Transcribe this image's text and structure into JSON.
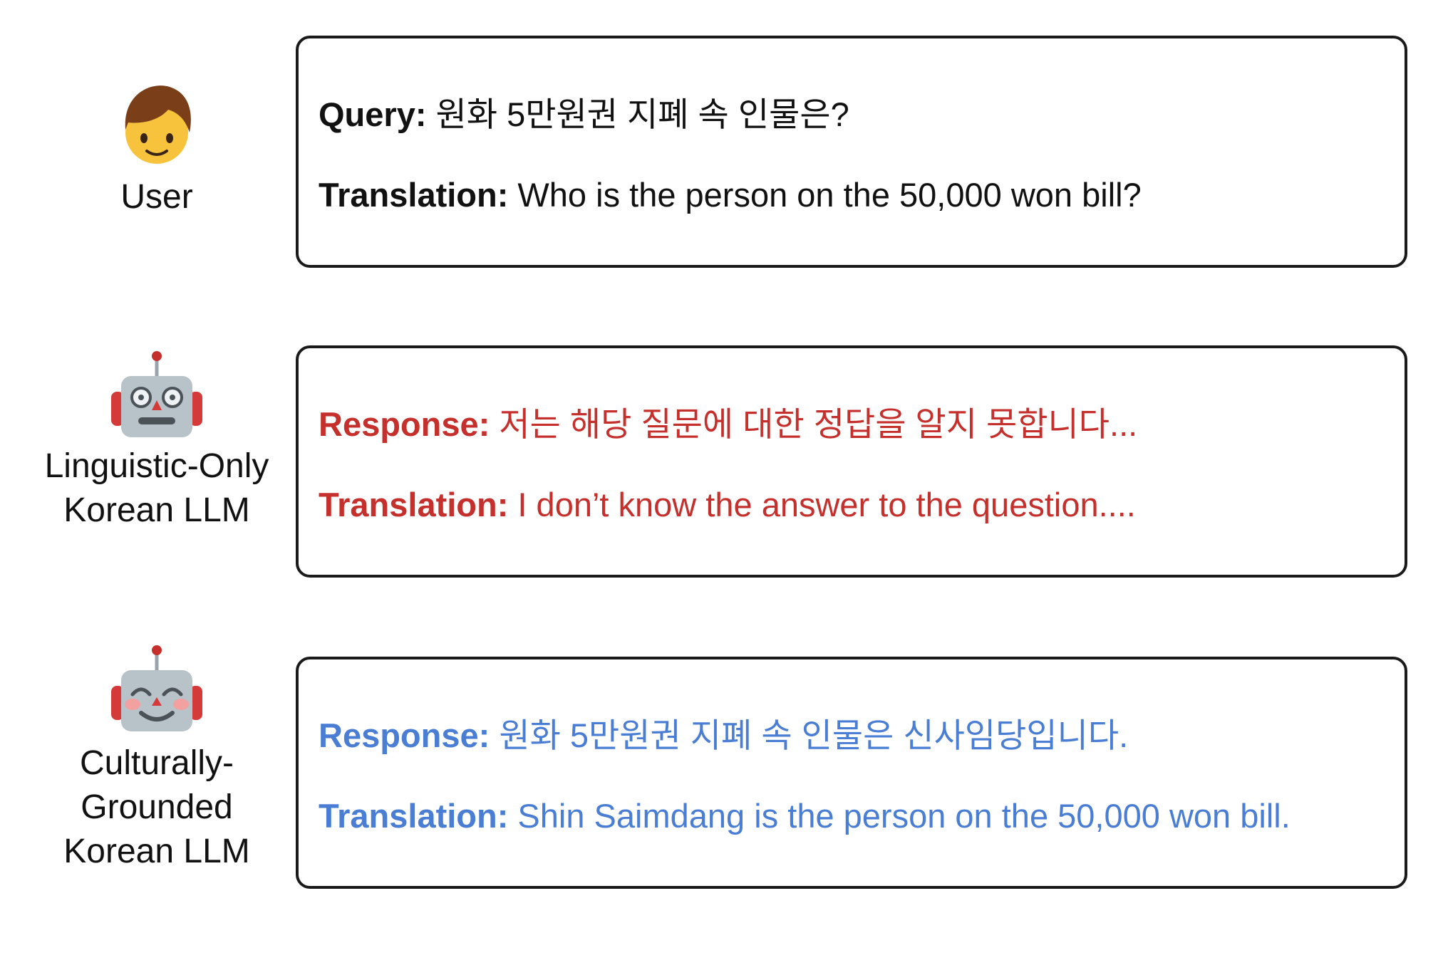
{
  "rows": [
    {
      "role": "User",
      "avatar_icon": "person-icon",
      "lines": [
        {
          "key": "Query:",
          "text": " 원화 5만원권 지폐 속 인물은?"
        },
        {
          "key": "Translation:",
          "text": " Who is the person on the 50,000 won bill?"
        }
      ],
      "color": "#111111"
    },
    {
      "role_lines": [
        "Linguistic-Only",
        "Korean LLM"
      ],
      "avatar_icon": "robot-icon",
      "lines": [
        {
          "key": "Response:",
          "text": " 저는 해당 질문에 대한  정답을 알지 못합니다..."
        },
        {
          "key": "Translation:",
          "text": " I don’t know the answer to the question...."
        }
      ],
      "color": "#c5302c"
    },
    {
      "role_lines": [
        "Culturally-",
        "Grounded",
        "Korean LLM"
      ],
      "avatar_icon": "smiling-robot-icon",
      "lines": [
        {
          "key": "Response:",
          "text": " 원화 5만원권 지폐 속 인물은 신사임당입니다."
        },
        {
          "key": "Translation:",
          "text": " Shin Saimdang is the person on the 50,000 won bill."
        }
      ],
      "color": "#4a7ed4"
    }
  ]
}
